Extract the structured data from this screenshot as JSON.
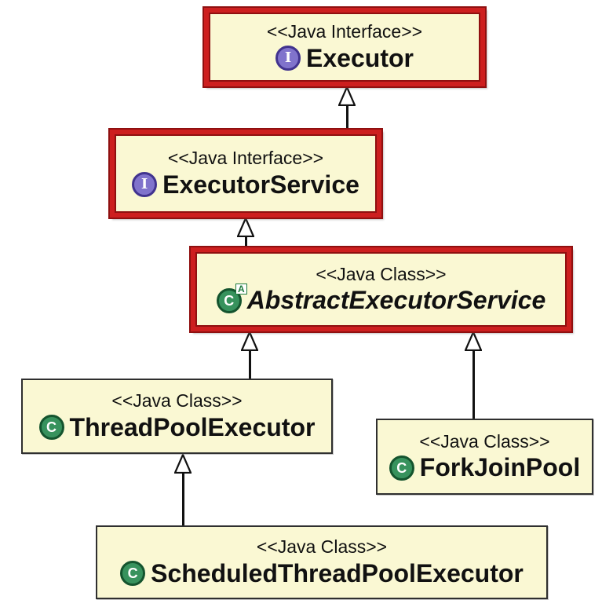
{
  "diagram": {
    "kind": "uml-class-diagram",
    "subject": "Java Executor framework inheritance hierarchy",
    "colors": {
      "box_fill": "#faf8d3",
      "highlight_border": "#cd1f1f",
      "highlight_border_dark": "#8f1010",
      "plain_border": "#2f2f2f",
      "interface_icon": "#8073cc",
      "interface_icon_ring": "#41338f",
      "class_icon": "#37925d",
      "class_icon_ring": "#14542e",
      "text": "#111111",
      "background": "#ffffff"
    },
    "icons": {
      "interface": "I",
      "class": "C",
      "abstract_badge": "A"
    },
    "nodes": [
      {
        "id": "executor",
        "stereotype": "<<Java Interface>>",
        "name": "Executor",
        "kind": "interface",
        "abstract": false,
        "highlighted": true
      },
      {
        "id": "executor-service",
        "stereotype": "<<Java Interface>>",
        "name": "ExecutorService",
        "kind": "interface",
        "abstract": false,
        "highlighted": true
      },
      {
        "id": "abstract-executor-service",
        "stereotype": "<<Java Class>>",
        "name": "AbstractExecutorService",
        "kind": "class",
        "abstract": true,
        "highlighted": true
      },
      {
        "id": "thread-pool-executor",
        "stereotype": "<<Java Class>>",
        "name": "ThreadPoolExecutor",
        "kind": "class",
        "abstract": false,
        "highlighted": false
      },
      {
        "id": "fork-join-pool",
        "stereotype": "<<Java Class>>",
        "name": "ForkJoinPool",
        "kind": "class",
        "abstract": false,
        "highlighted": false
      },
      {
        "id": "scheduled-thread-pool-executor",
        "stereotype": "<<Java Class>>",
        "name": "ScheduledThreadPoolExecutor",
        "kind": "class",
        "abstract": false,
        "highlighted": false
      }
    ],
    "edges": [
      {
        "from": "ExecutorService",
        "to": "Executor",
        "type": "generalization"
      },
      {
        "from": "AbstractExecutorService",
        "to": "ExecutorService",
        "type": "generalization"
      },
      {
        "from": "ThreadPoolExecutor",
        "to": "AbstractExecutorService",
        "type": "generalization"
      },
      {
        "from": "ForkJoinPool",
        "to": "AbstractExecutorService",
        "type": "generalization"
      },
      {
        "from": "ScheduledThreadPoolExecutor",
        "to": "ThreadPoolExecutor",
        "type": "generalization"
      }
    ]
  }
}
